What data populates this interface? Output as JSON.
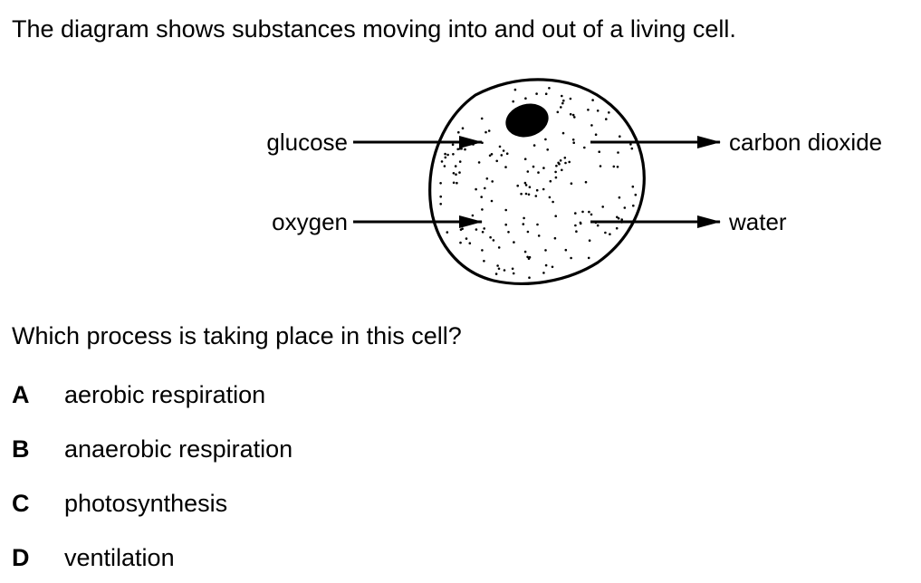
{
  "intro": "The diagram shows substances moving into and out of a living cell.",
  "diagram": {
    "inputs": [
      "glucose",
      "oxygen"
    ],
    "outputs": [
      "carbon dioxide",
      "water"
    ]
  },
  "question": "Which process is taking place in this cell?",
  "options": [
    {
      "letter": "A",
      "text": "aerobic respiration"
    },
    {
      "letter": "B",
      "text": "anaerobic respiration"
    },
    {
      "letter": "C",
      "text": "photosynthesis"
    },
    {
      "letter": "D",
      "text": "ventilation"
    }
  ]
}
